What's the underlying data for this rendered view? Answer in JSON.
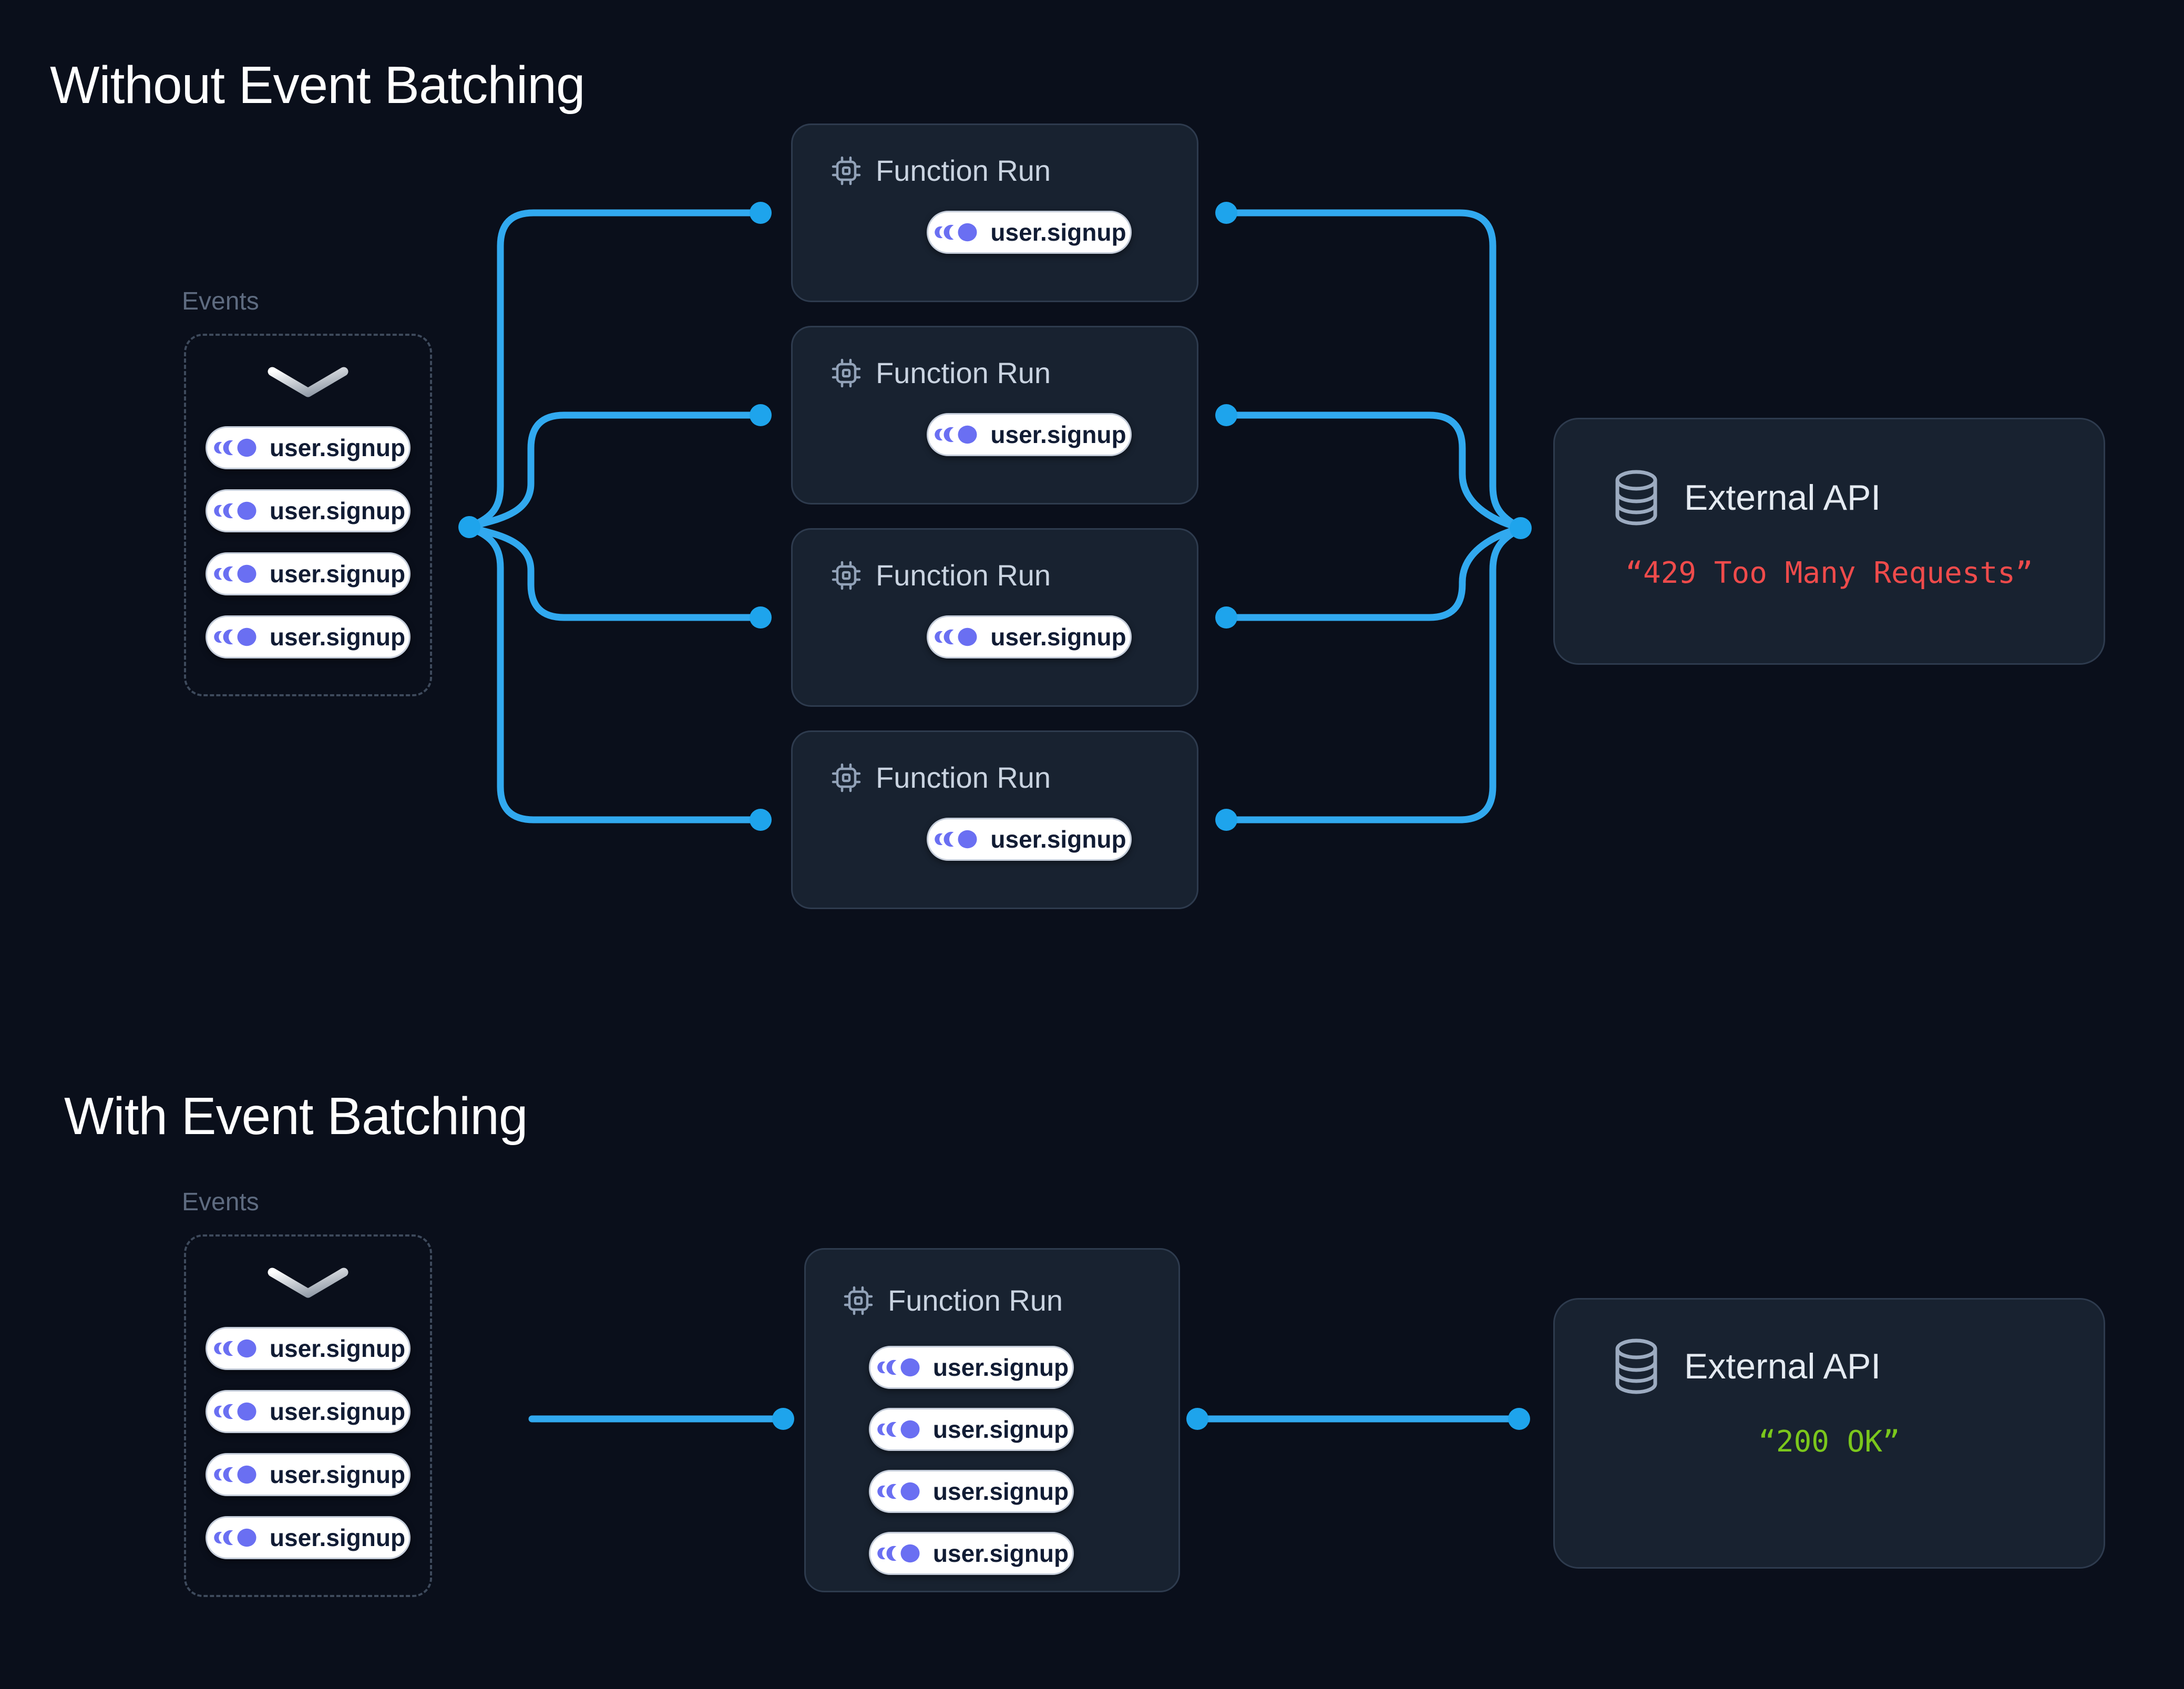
{
  "page": {
    "background": "#0a0f1b"
  },
  "colors": {
    "accent_blue": "#31a9ef",
    "dot_blue": "#1ea4ec",
    "event_icon_indigo": "#6a6ff2",
    "error_red": "#ef4b4b",
    "success_green": "#7bc71c",
    "card_background": "#182230",
    "card_border": "#2e3b4e",
    "pill_background": "#ffffff"
  },
  "sections": [
    {
      "title": "Without Event Batching",
      "events_panel": {
        "label": "Events",
        "events": [
          "user.signup",
          "user.signup",
          "user.signup",
          "user.signup"
        ]
      },
      "function_runs": [
        {
          "title": "Function Run",
          "events": [
            "user.signup"
          ]
        },
        {
          "title": "Function Run",
          "events": [
            "user.signup"
          ]
        },
        {
          "title": "Function Run",
          "events": [
            "user.signup"
          ]
        },
        {
          "title": "Function Run",
          "events": [
            "user.signup"
          ]
        }
      ],
      "external_api": {
        "title": "External API",
        "status": "“429 Too Many Requests”",
        "status_color": "#ef4b4b"
      }
    },
    {
      "title": "With Event Batching",
      "events_panel": {
        "label": "Events",
        "events": [
          "user.signup",
          "user.signup",
          "user.signup",
          "user.signup"
        ]
      },
      "function_runs": [
        {
          "title": "Function Run",
          "events": [
            "user.signup",
            "user.signup",
            "user.signup",
            "user.signup"
          ]
        }
      ],
      "external_api": {
        "title": "External API",
        "status": "“200 OK”",
        "status_color": "#7bc71c"
      }
    }
  ]
}
